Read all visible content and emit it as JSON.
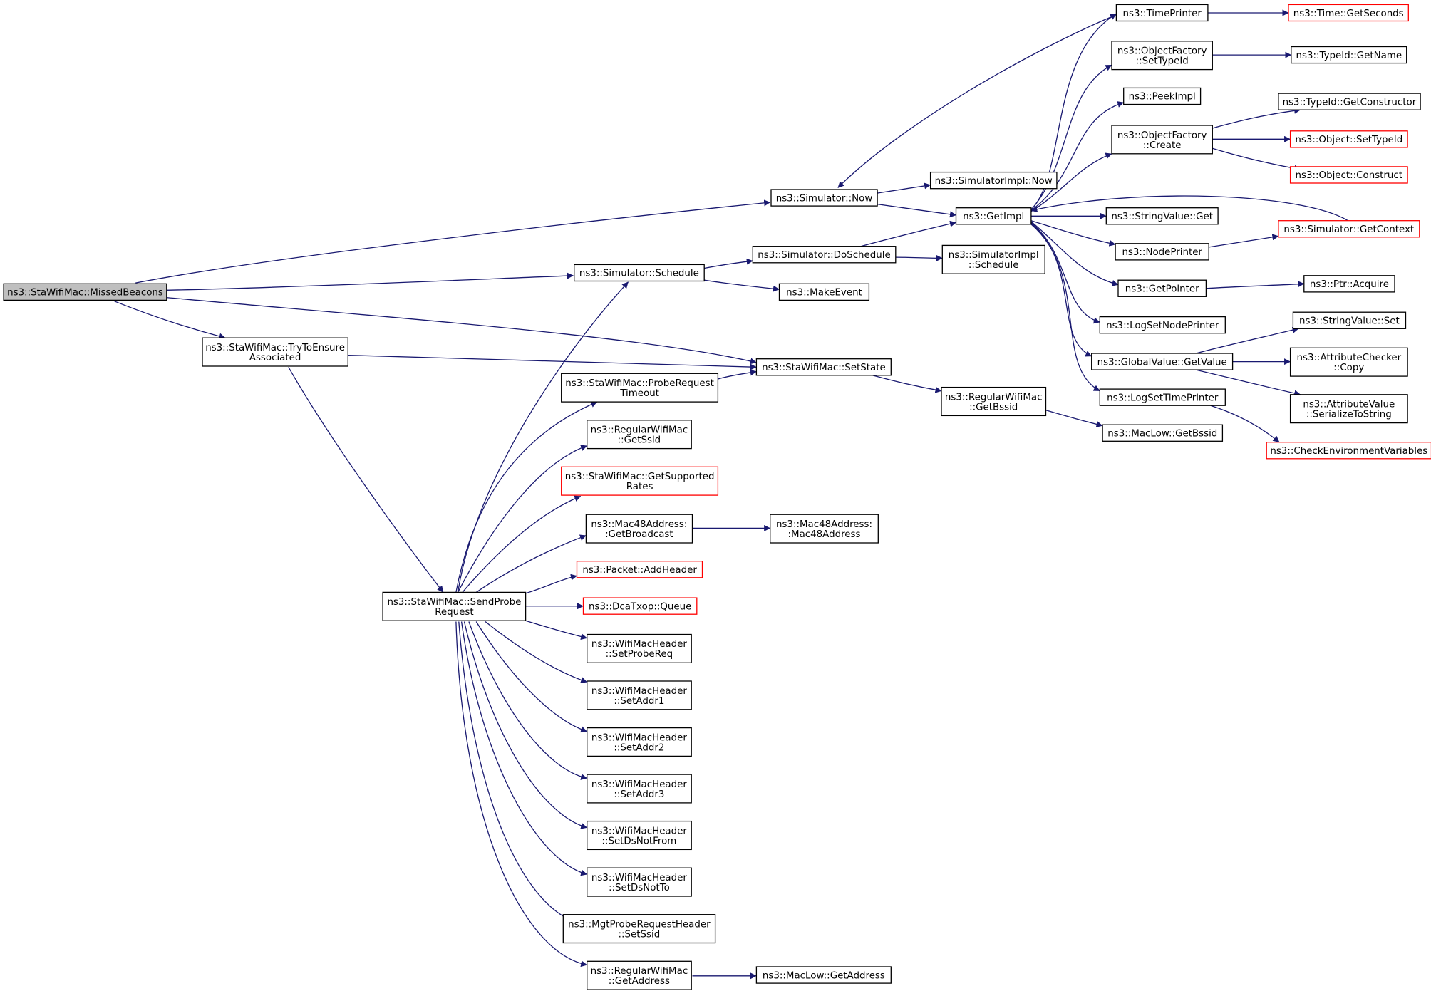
{
  "nodes": [
    {
      "id": "missed_beacons",
      "lines": [
        "ns3::StaWifiMac::MissedBeacons"
      ],
      "style": "root"
    },
    {
      "id": "try_to_ensure",
      "lines": [
        "ns3::StaWifiMac::TryToEnsure",
        "Associated"
      ],
      "style": "normal"
    },
    {
      "id": "send_probe",
      "lines": [
        "ns3::StaWifiMac::SendProbe",
        "Request"
      ],
      "style": "normal"
    },
    {
      "id": "sim_now",
      "lines": [
        "ns3::Simulator::Now"
      ],
      "style": "normal"
    },
    {
      "id": "sim_schedule",
      "lines": [
        "ns3::Simulator::Schedule"
      ],
      "style": "normal"
    },
    {
      "id": "set_state",
      "lines": [
        "ns3::StaWifiMac::SetState"
      ],
      "style": "normal"
    },
    {
      "id": "probe_timeout",
      "lines": [
        "ns3::StaWifiMac::ProbeRequest",
        "Timeout"
      ],
      "style": "normal"
    },
    {
      "id": "get_ssid",
      "lines": [
        "ns3::RegularWifiMac",
        "::GetSsid"
      ],
      "style": "normal"
    },
    {
      "id": "supported_rates",
      "lines": [
        "ns3::StaWifiMac::GetSupported",
        "Rates"
      ],
      "style": "red"
    },
    {
      "id": "get_broadcast",
      "lines": [
        "ns3::Mac48Address:",
        ":GetBroadcast"
      ],
      "style": "normal"
    },
    {
      "id": "add_header",
      "lines": [
        "ns3::Packet::AddHeader"
      ],
      "style": "red"
    },
    {
      "id": "dca_queue",
      "lines": [
        "ns3::DcaTxop::Queue"
      ],
      "style": "red"
    },
    {
      "id": "set_probe_req",
      "lines": [
        "ns3::WifiMacHeader",
        "::SetProbeReq"
      ],
      "style": "normal"
    },
    {
      "id": "set_addr1",
      "lines": [
        "ns3::WifiMacHeader",
        "::SetAddr1"
      ],
      "style": "normal"
    },
    {
      "id": "set_addr2",
      "lines": [
        "ns3::WifiMacHeader",
        "::SetAddr2"
      ],
      "style": "normal"
    },
    {
      "id": "set_addr3",
      "lines": [
        "ns3::WifiMacHeader",
        "::SetAddr3"
      ],
      "style": "normal"
    },
    {
      "id": "set_ds_not_from",
      "lines": [
        "ns3::WifiMacHeader",
        "::SetDsNotFrom"
      ],
      "style": "normal"
    },
    {
      "id": "set_ds_not_to",
      "lines": [
        "ns3::WifiMacHeader",
        "::SetDsNotTo"
      ],
      "style": "normal"
    },
    {
      "id": "mgt_set_ssid",
      "lines": [
        "ns3::MgtProbeRequestHeader",
        "::SetSsid"
      ],
      "style": "normal"
    },
    {
      "id": "rw_get_address",
      "lines": [
        "ns3::RegularWifiMac",
        "::GetAddress"
      ],
      "style": "normal"
    },
    {
      "id": "maclow_get_address",
      "lines": [
        "ns3::MacLow::GetAddress"
      ],
      "style": "normal"
    },
    {
      "id": "mac48_ctor",
      "lines": [
        "ns3::Mac48Address:",
        ":Mac48Address"
      ],
      "style": "normal"
    },
    {
      "id": "do_schedule",
      "lines": [
        "ns3::Simulator::DoSchedule"
      ],
      "style": "normal"
    },
    {
      "id": "make_event",
      "lines": [
        "ns3::MakeEvent"
      ],
      "style": "normal"
    },
    {
      "id": "simimpl_now",
      "lines": [
        "ns3::SimulatorImpl::Now"
      ],
      "style": "normal"
    },
    {
      "id": "get_impl",
      "lines": [
        "ns3::GetImpl"
      ],
      "style": "normal"
    },
    {
      "id": "simimpl_schedule",
      "lines": [
        "ns3::SimulatorImpl",
        "::Schedule"
      ],
      "style": "normal"
    },
    {
      "id": "rw_get_bssid",
      "lines": [
        "ns3::RegularWifiMac",
        "::GetBssid"
      ],
      "style": "normal"
    },
    {
      "id": "maclow_get_bssid",
      "lines": [
        "ns3::MacLow::GetBssid"
      ],
      "style": "normal"
    },
    {
      "id": "time_printer",
      "lines": [
        "ns3::TimePrinter"
      ],
      "style": "normal"
    },
    {
      "id": "of_set_typeid",
      "lines": [
        "ns3::ObjectFactory",
        "::SetTypeId"
      ],
      "style": "normal"
    },
    {
      "id": "peek_impl",
      "lines": [
        "ns3::PeekImpl"
      ],
      "style": "normal"
    },
    {
      "id": "of_create",
      "lines": [
        "ns3::ObjectFactory",
        "::Create"
      ],
      "style": "normal"
    },
    {
      "id": "string_get",
      "lines": [
        "ns3::StringValue::Get"
      ],
      "style": "normal"
    },
    {
      "id": "node_printer",
      "lines": [
        "ns3::NodePrinter"
      ],
      "style": "normal"
    },
    {
      "id": "get_pointer",
      "lines": [
        "ns3::GetPointer"
      ],
      "style": "normal"
    },
    {
      "id": "log_set_node_printer",
      "lines": [
        "ns3::LogSetNodePrinter"
      ],
      "style": "normal"
    },
    {
      "id": "gv_get_value",
      "lines": [
        "ns3::GlobalValue::GetValue"
      ],
      "style": "normal"
    },
    {
      "id": "log_set_time_printer",
      "lines": [
        "ns3::LogSetTimePrinter"
      ],
      "style": "normal"
    },
    {
      "id": "time_get_seconds",
      "lines": [
        "ns3::Time::GetSeconds"
      ],
      "style": "red"
    },
    {
      "id": "typeid_get_name",
      "lines": [
        "ns3::TypeId::GetName"
      ],
      "style": "normal"
    },
    {
      "id": "typeid_get_ctor",
      "lines": [
        "ns3::TypeId::GetConstructor"
      ],
      "style": "normal"
    },
    {
      "id": "object_set_typeid",
      "lines": [
        "ns3::Object::SetTypeId"
      ],
      "style": "red"
    },
    {
      "id": "object_construct",
      "lines": [
        "ns3::Object::Construct"
      ],
      "style": "red"
    },
    {
      "id": "sim_get_context",
      "lines": [
        "ns3::Simulator::GetContext"
      ],
      "style": "red"
    },
    {
      "id": "ptr_acquire",
      "lines": [
        "ns3::Ptr::Acquire"
      ],
      "style": "normal"
    },
    {
      "id": "string_set",
      "lines": [
        "ns3::StringValue::Set"
      ],
      "style": "normal"
    },
    {
      "id": "attr_checker_copy",
      "lines": [
        "ns3::AttributeChecker",
        "::Copy"
      ],
      "style": "normal"
    },
    {
      "id": "attr_value_serialize",
      "lines": [
        "ns3::AttributeValue",
        "::SerializeToString"
      ],
      "style": "normal"
    },
    {
      "id": "check_env_vars",
      "lines": [
        "ns3::CheckEnvironmentVariables"
      ],
      "style": "red"
    }
  ],
  "edges": [
    {
      "from": "missed_beacons",
      "to": "sim_now"
    },
    {
      "from": "missed_beacons",
      "to": "sim_schedule"
    },
    {
      "from": "missed_beacons",
      "to": "set_state"
    },
    {
      "from": "missed_beacons",
      "to": "try_to_ensure"
    },
    {
      "from": "try_to_ensure",
      "to": "set_state"
    },
    {
      "from": "try_to_ensure",
      "to": "send_probe"
    },
    {
      "from": "send_probe",
      "to": "sim_schedule"
    },
    {
      "from": "send_probe",
      "to": "probe_timeout"
    },
    {
      "from": "send_probe",
      "to": "get_ssid"
    },
    {
      "from": "send_probe",
      "to": "supported_rates"
    },
    {
      "from": "send_probe",
      "to": "get_broadcast"
    },
    {
      "from": "send_probe",
      "to": "add_header"
    },
    {
      "from": "send_probe",
      "to": "dca_queue"
    },
    {
      "from": "send_probe",
      "to": "set_probe_req"
    },
    {
      "from": "send_probe",
      "to": "set_addr1"
    },
    {
      "from": "send_probe",
      "to": "set_addr2"
    },
    {
      "from": "send_probe",
      "to": "set_addr3"
    },
    {
      "from": "send_probe",
      "to": "set_ds_not_from"
    },
    {
      "from": "send_probe",
      "to": "set_ds_not_to"
    },
    {
      "from": "send_probe",
      "to": "mgt_set_ssid"
    },
    {
      "from": "send_probe",
      "to": "rw_get_address"
    },
    {
      "from": "probe_timeout",
      "to": "set_state"
    },
    {
      "from": "get_broadcast",
      "to": "mac48_ctor"
    },
    {
      "from": "rw_get_address",
      "to": "maclow_get_address"
    },
    {
      "from": "sim_schedule",
      "to": "do_schedule"
    },
    {
      "from": "sim_schedule",
      "to": "make_event"
    },
    {
      "from": "sim_now",
      "to": "simimpl_now"
    },
    {
      "from": "sim_now",
      "to": "get_impl"
    },
    {
      "from": "do_schedule",
      "to": "get_impl"
    },
    {
      "from": "do_schedule",
      "to": "simimpl_schedule"
    },
    {
      "from": "set_state",
      "to": "rw_get_bssid"
    },
    {
      "from": "rw_get_bssid",
      "to": "maclow_get_bssid"
    },
    {
      "from": "time_printer",
      "to": "sim_now"
    },
    {
      "from": "time_printer",
      "to": "time_get_seconds"
    },
    {
      "from": "get_impl",
      "to": "time_printer"
    },
    {
      "from": "get_impl",
      "to": "of_set_typeid"
    },
    {
      "from": "get_impl",
      "to": "peek_impl"
    },
    {
      "from": "get_impl",
      "to": "of_create"
    },
    {
      "from": "get_impl",
      "to": "string_get"
    },
    {
      "from": "get_impl",
      "to": "node_printer"
    },
    {
      "from": "get_impl",
      "to": "get_pointer"
    },
    {
      "from": "get_impl",
      "to": "log_set_node_printer"
    },
    {
      "from": "get_impl",
      "to": "gv_get_value"
    },
    {
      "from": "get_impl",
      "to": "log_set_time_printer"
    },
    {
      "from": "sim_get_context",
      "to": "get_impl"
    },
    {
      "from": "of_set_typeid",
      "to": "typeid_get_name"
    },
    {
      "from": "of_create",
      "to": "typeid_get_ctor"
    },
    {
      "from": "of_create",
      "to": "object_set_typeid"
    },
    {
      "from": "of_create",
      "to": "object_construct"
    },
    {
      "from": "node_printer",
      "to": "sim_get_context"
    },
    {
      "from": "get_pointer",
      "to": "ptr_acquire"
    },
    {
      "from": "gv_get_value",
      "to": "string_set"
    },
    {
      "from": "gv_get_value",
      "to": "attr_checker_copy"
    },
    {
      "from": "gv_get_value",
      "to": "attr_value_serialize"
    },
    {
      "from": "log_set_time_printer",
      "to": "check_env_vars"
    }
  ]
}
